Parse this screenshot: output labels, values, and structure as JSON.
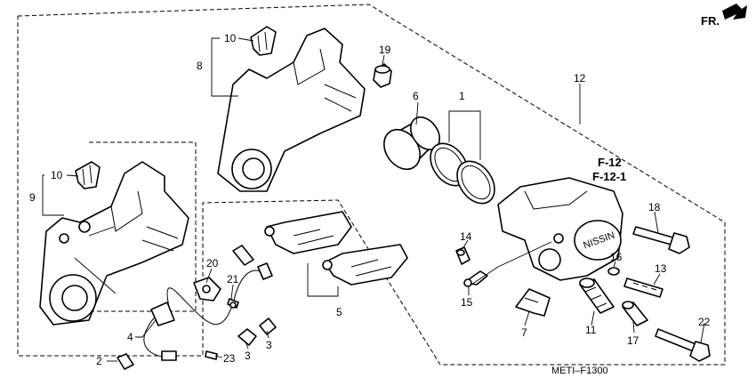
{
  "diagram": {
    "direction_label": "FR.",
    "code": "METI–F1300",
    "references": [
      "F-12",
      "F-12-1"
    ],
    "callouts": {
      "c1": "1",
      "c2": "2",
      "c3a": "3",
      "c3b": "3",
      "c4": "4",
      "c5": "5",
      "c6": "6",
      "c7": "7",
      "c8": "8",
      "c9": "9",
      "c10a": "10",
      "c10b": "10",
      "c11": "11",
      "c12": "12",
      "c13": "13",
      "c14": "14",
      "c15": "15",
      "c16": "16",
      "c17": "17",
      "c18": "18",
      "c19": "19",
      "c20": "20",
      "c21": "21",
      "c22": "22",
      "c23": "23"
    }
  }
}
